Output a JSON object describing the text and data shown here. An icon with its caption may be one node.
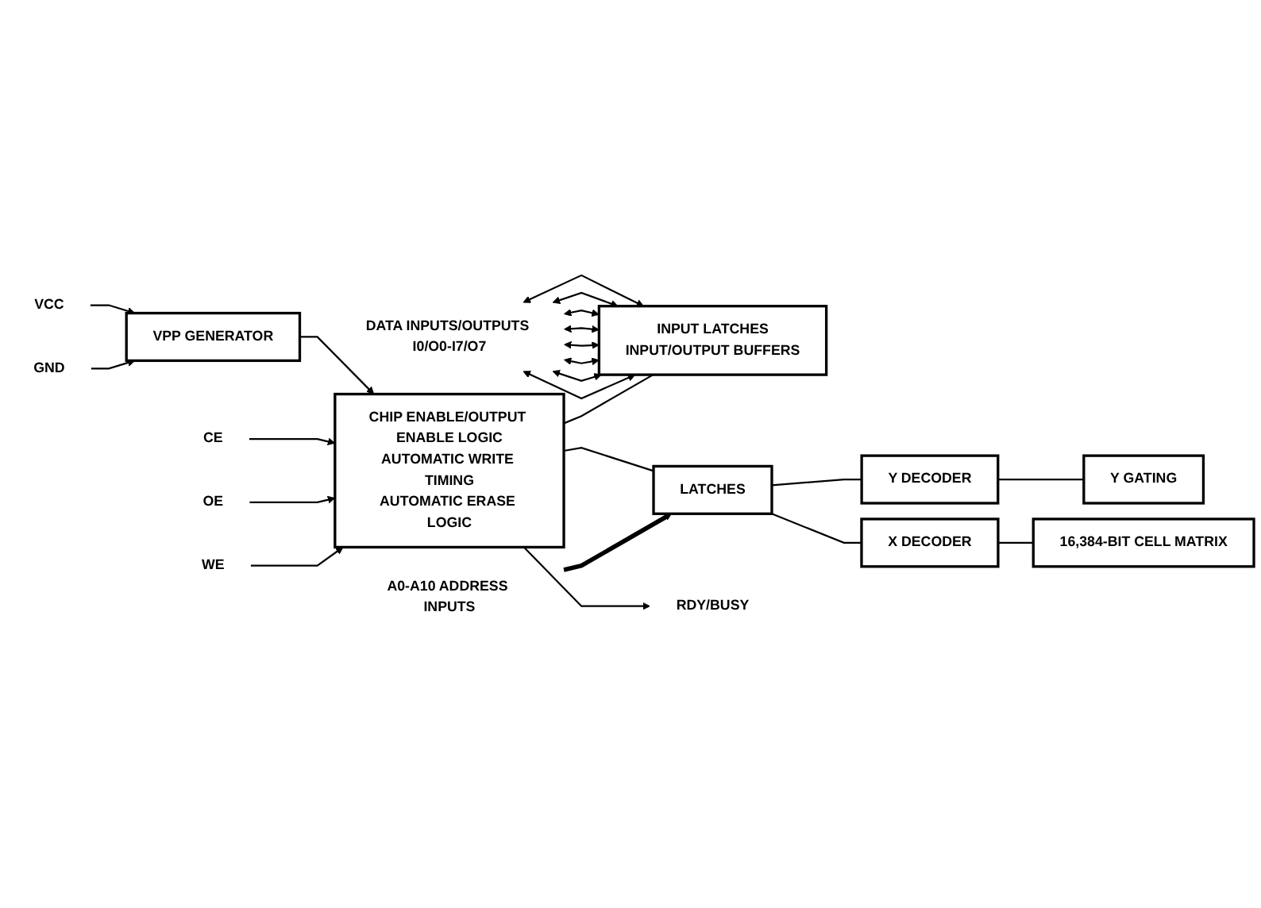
{
  "diagram": {
    "nodes": [
      {
        "text": [
          "VPP GENERATOR"
        ]
      },
      {
        "text": [
          "CHIP ENABLE/OUTPUT ENABLE LOGIC",
          "AUTOMATIC WRITE TIMING",
          "AUTOMATIC ERASE LOGIC"
        ]
      },
      {
        "text": [
          "INPUT LATCHES",
          "INPUT/OUTPUT BUFFERS"
        ]
      },
      {
        "text": [
          "LATCHES"
        ]
      },
      {
        "text": [
          "Y DECODER"
        ]
      },
      {
        "text": [
          "X DECODER"
        ]
      },
      {
        "text": [
          "Y GATING"
        ]
      },
      {
        "text": [
          "16,384-BIT CELL MATRIX"
        ]
      },
      {
        "text": [
          "VCC"
        ]
      },
      {
        "text": [
          "GND"
        ]
      },
      {
        "text": [
          "CE"
        ]
      },
      {
        "text": [
          "OE"
        ]
      },
      {
        "text": [
          "WE"
        ]
      },
      {
        "text": [
          "RDY/BUSY"
        ]
      },
      {
        "text": [
          "A0-A10 ADDRESS INPUTS"
        ]
      },
      {
        "text": [
          "DATA INPUTS/OUTPUTS I0/O0-I7/O7"
        ]
      }
    ],
    "edges": [
      {
        "from": 8,
        "to": 0,
        "arrow": "to"
      },
      {
        "from": 9,
        "to": 0,
        "arrow": "to"
      },
      {
        "from": 0,
        "to": 1,
        "arrow": "to"
      },
      {
        "from": 10,
        "to": 1,
        "arrow": "to"
      },
      {
        "from": 11,
        "to": 1,
        "arrow": "to"
      },
      {
        "from": 12,
        "to": 1,
        "arrow": "to"
      },
      {
        "from": 1,
        "to": 13,
        "arrow": "to"
      },
      {
        "from": 15,
        "to": 2,
        "arrow": "both"
      },
      {
        "from": 15,
        "to": 2,
        "arrow": "both"
      },
      {
        "from": 15,
        "to": 2,
        "arrow": "both"
      },
      {
        "from": 15,
        "to": 2,
        "arrow": "both"
      },
      {
        "from": 15,
        "to": 2,
        "arrow": "both"
      },
      {
        "from": 15,
        "to": 2,
        "arrow": "both"
      },
      {
        "from": 15,
        "to": 2,
        "arrow": "both"
      },
      {
        "from": 15,
        "to": 2,
        "arrow": "both"
      },
      {
        "from": 1,
        "to": 2,
        "arrow": "none"
      },
      {
        "from": 1,
        "to": 3,
        "arrow": "none"
      },
      {
        "from": 14,
        "to": 3,
        "arrow": "to",
        "style": "thick"
      },
      {
        "from": 3,
        "to": 4,
        "arrow": "none"
      },
      {
        "from": 3,
        "to": 5,
        "arrow": "none"
      },
      {
        "from": 4,
        "to": 6,
        "arrow": "none"
      },
      {
        "from": 5,
        "to": 7,
        "arrow": "none"
      }
    ]
  }
}
